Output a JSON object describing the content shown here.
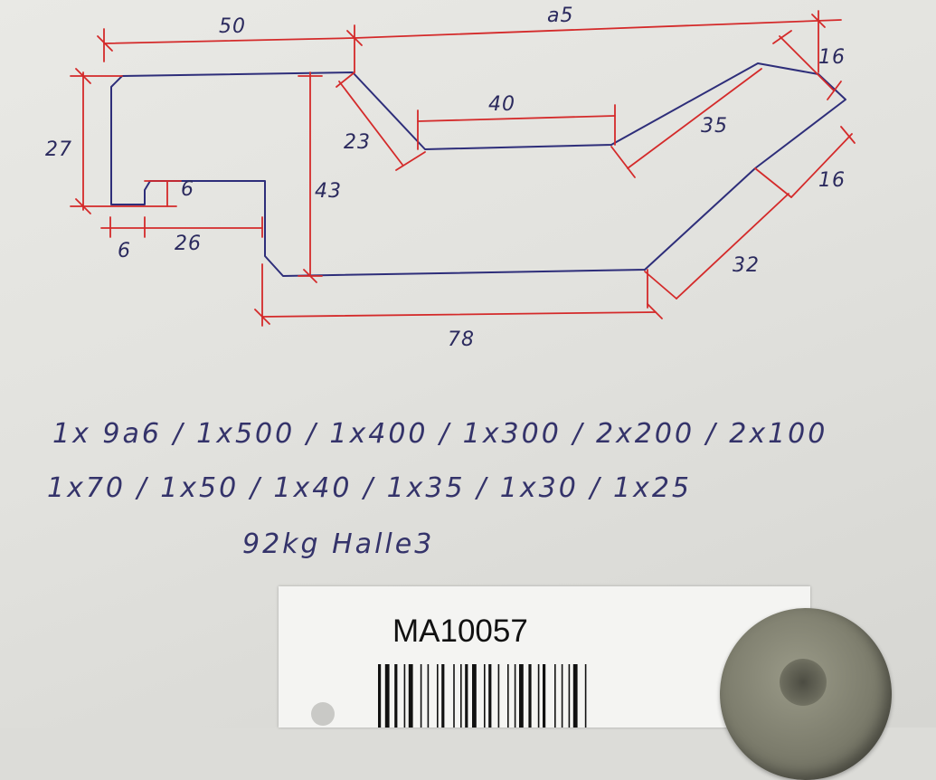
{
  "dimensions": {
    "d50": "50",
    "d95": "a5",
    "d16a": "16",
    "d27": "27",
    "d23": "23",
    "d40": "40",
    "d35": "35",
    "d43": "43",
    "d6a": "6",
    "d16b": "16",
    "d6b": "6",
    "d26": "26",
    "d32": "32",
    "d78": "78"
  },
  "notes": {
    "line1": "1x 9a6 / 1x500 / 1x400 / 1x300 / 2x200 / 2x100",
    "line2": "1x70 / 1x50 / 1x40 / 1x35 / 1x30 / 1x25",
    "line3": "92kg   Halle3"
  },
  "label": {
    "code": "MA10057"
  },
  "colors": {
    "profile": "#2e2e7a",
    "dimension_lines": "#d42a2a",
    "handwriting": "#34336a"
  }
}
